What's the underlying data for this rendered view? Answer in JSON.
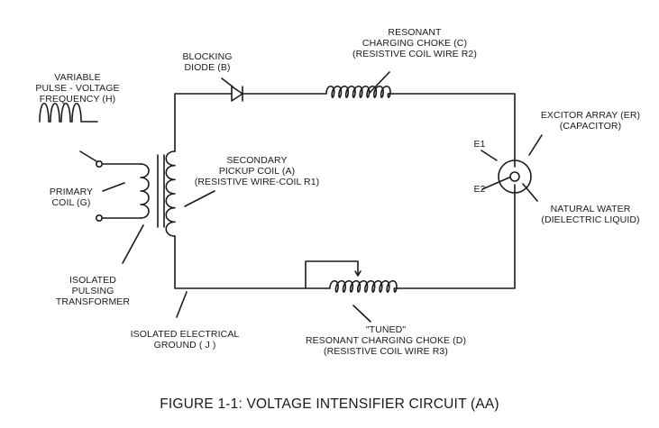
{
  "colors": {
    "ink": "#1a1a1a",
    "background": "#ffffff"
  },
  "labels": {
    "pulse_source": [
      "VARIABLE",
      "PULSE - VOLTAGE",
      "FREQUENCY (H)"
    ],
    "blocking_diode": [
      "BLOCKING",
      "DIODE (B)"
    ],
    "resonant_choke_c": [
      "RESONANT",
      "CHARGING CHOKE (C)",
      "(RESISTIVE COIL WIRE R2)"
    ],
    "excitor_array": [
      "EXCITOR ARRAY (ER)",
      "(CAPACITOR)"
    ],
    "e1": "E1",
    "e2": "E2",
    "natural_water": [
      "NATURAL WATER",
      "(DIELECTRIC LIQUID)"
    ],
    "secondary_coil": [
      "SECONDARY",
      "PICKUP COIL (A)",
      "(RESISTIVE WIRE-COIL R1)"
    ],
    "primary_coil": [
      "PRIMARY",
      "COIL (G)"
    ],
    "pulsing_transformer": [
      "ISOLATED",
      "PULSING",
      "TRANSFORMER"
    ],
    "ground": [
      "ISOLATED ELECTRICAL",
      "GROUND ( J )"
    ],
    "tuned_choke_d": [
      "\"TUNED\"",
      "RESONANT CHARGING CHOKE (D)",
      "(RESISTIVE COIL WIRE R3)"
    ]
  },
  "caption": "FIGURE 1-1: VOLTAGE INTENSIFIER CIRCUIT (AA)"
}
